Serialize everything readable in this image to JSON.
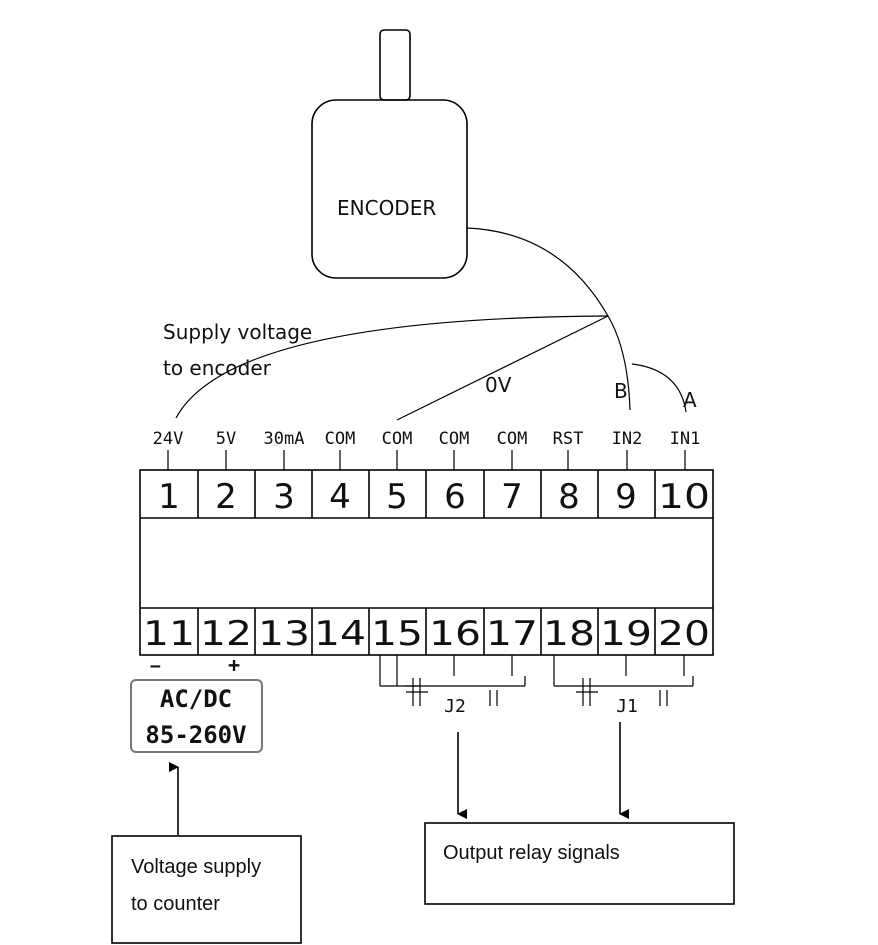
{
  "encoder": {
    "label": "ENCODER"
  },
  "wire_labels": {
    "supply_line1": "Supply   voltage",
    "supply_line2": "to encoder",
    "zero_v": "0V",
    "b": "B",
    "a": "A"
  },
  "top_terminals": [
    {
      "number": "1",
      "label": "24V"
    },
    {
      "number": "2",
      "label": "5V"
    },
    {
      "number": "3",
      "label": "30mA"
    },
    {
      "number": "4",
      "label": "COM"
    },
    {
      "number": "5",
      "label": "COM"
    },
    {
      "number": "6",
      "label": "COM"
    },
    {
      "number": "7",
      "label": "COM"
    },
    {
      "number": "8",
      "label": "RST"
    },
    {
      "number": "9",
      "label": "IN2"
    },
    {
      "number": "10",
      "label": "IN1"
    }
  ],
  "bottom_terminals": [
    "11",
    "12",
    "13",
    "14",
    "15",
    "16",
    "17",
    "18",
    "19",
    "20"
  ],
  "polarity": {
    "minus": "−",
    "plus": "+"
  },
  "power_supply": {
    "line1": "AC/DC",
    "line2": "85-260V"
  },
  "relays": {
    "j2": "J2",
    "j1": "J1"
  },
  "notes": {
    "voltage_line1": "Voltage  supply",
    "voltage_line2": "to counter",
    "output": "Output relay signals"
  }
}
